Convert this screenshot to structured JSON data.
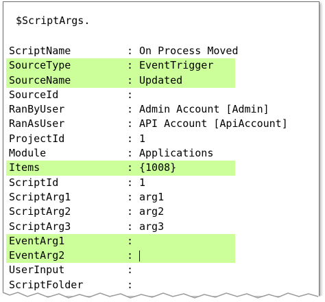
{
  "header": "$ScriptArgs.",
  "colors": {
    "highlight": "#ccff99",
    "text": "#000000"
  },
  "rows": [
    {
      "key": "ScriptName",
      "value": "On Process Moved",
      "highlight": false
    },
    {
      "key": "SourceType",
      "value": "EventTrigger",
      "highlight": true
    },
    {
      "key": "SourceName",
      "value": "Updated",
      "highlight": true
    },
    {
      "key": "SourceId",
      "value": "",
      "highlight": false
    },
    {
      "key": "RanByUser",
      "value": "Admin Account [Admin]",
      "highlight": false
    },
    {
      "key": "RanAsUser",
      "value": "API Account [ApiAccount]",
      "highlight": false
    },
    {
      "key": "ProjectId",
      "value": "1",
      "highlight": false
    },
    {
      "key": "Module",
      "value": "Applications",
      "highlight": false
    },
    {
      "key": "Items",
      "value": "{1008}",
      "highlight": true
    },
    {
      "key": "ScriptId",
      "value": "1",
      "highlight": false
    },
    {
      "key": "ScriptArg1",
      "value": "arg1",
      "highlight": false
    },
    {
      "key": "ScriptArg2",
      "value": "arg2",
      "highlight": false
    },
    {
      "key": "ScriptArg3",
      "value": "arg3",
      "highlight": false
    },
    {
      "key": "EventArg1",
      "value": "",
      "highlight": true
    },
    {
      "key": "EventArg2",
      "value": "",
      "highlight": true,
      "caret": true
    },
    {
      "key": "UserInput",
      "value": "",
      "highlight": false
    },
    {
      "key": "ScriptFolder",
      "value": "",
      "highlight": false
    }
  ],
  "separator": ":"
}
